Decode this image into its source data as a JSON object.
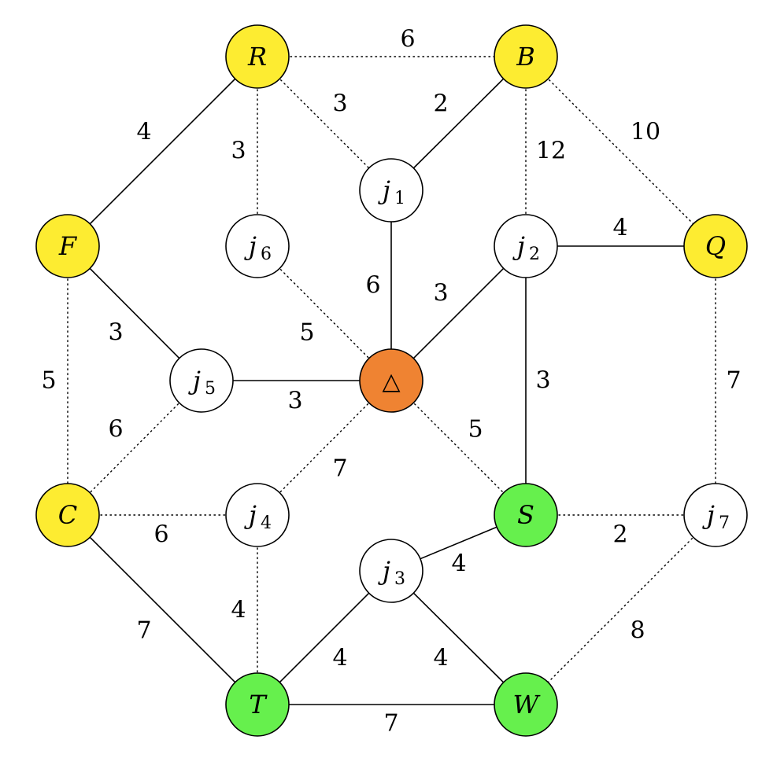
{
  "colors": {
    "yellow": "#FDEC31",
    "orange": "#EF8332",
    "green": "#66F04D",
    "white": "#FFFFFF"
  },
  "nodes": [
    {
      "id": "R",
      "label": "R",
      "sub": "",
      "color": "yellow"
    },
    {
      "id": "B",
      "label": "B",
      "sub": "",
      "color": "yellow"
    },
    {
      "id": "F",
      "label": "F",
      "sub": "",
      "color": "yellow"
    },
    {
      "id": "Q",
      "label": "Q",
      "sub": "",
      "color": "yellow"
    },
    {
      "id": "C",
      "label": "C",
      "sub": "",
      "color": "yellow"
    },
    {
      "id": "tri",
      "label": "△",
      "sub": "",
      "color": "orange",
      "upright": true
    },
    {
      "id": "S",
      "label": "S",
      "sub": "",
      "color": "green"
    },
    {
      "id": "T",
      "label": "T",
      "sub": "",
      "color": "green"
    },
    {
      "id": "W",
      "label": "W",
      "sub": "",
      "color": "green"
    },
    {
      "id": "j1",
      "label": "j",
      "sub": "1",
      "color": "white"
    },
    {
      "id": "j2",
      "label": "j",
      "sub": "2",
      "color": "white"
    },
    {
      "id": "j3",
      "label": "j",
      "sub": "3",
      "color": "white"
    },
    {
      "id": "j4",
      "label": "j",
      "sub": "4",
      "color": "white"
    },
    {
      "id": "j5",
      "label": "j",
      "sub": "5",
      "color": "white"
    },
    {
      "id": "j6",
      "label": "j",
      "sub": "6",
      "color": "white"
    },
    {
      "id": "j7",
      "label": "j",
      "sub": "7",
      "color": "white"
    }
  ],
  "edges": [
    {
      "from": "R",
      "to": "B",
      "weight": "6",
      "style": "dotted"
    },
    {
      "from": "R",
      "to": "j1",
      "weight": "3",
      "style": "dotted"
    },
    {
      "from": "R",
      "to": "j6",
      "weight": "3",
      "style": "dotted"
    },
    {
      "from": "R",
      "to": "F",
      "weight": "4",
      "style": "solid"
    },
    {
      "from": "B",
      "to": "j1",
      "weight": "2",
      "style": "solid"
    },
    {
      "from": "B",
      "to": "j2",
      "weight": "12",
      "style": "dotted"
    },
    {
      "from": "B",
      "to": "Q",
      "weight": "10",
      "style": "dotted"
    },
    {
      "from": "j1",
      "to": "tri",
      "weight": "6",
      "style": "solid"
    },
    {
      "from": "j2",
      "to": "Q",
      "weight": "4",
      "style": "solid"
    },
    {
      "from": "j2",
      "to": "tri",
      "weight": "3",
      "style": "solid"
    },
    {
      "from": "j2",
      "to": "S",
      "weight": "3",
      "style": "solid"
    },
    {
      "from": "j6",
      "to": "tri",
      "weight": "5",
      "style": "dotted"
    },
    {
      "from": "F",
      "to": "j5",
      "weight": "3",
      "style": "solid"
    },
    {
      "from": "F",
      "to": "C",
      "weight": "5",
      "style": "dotted"
    },
    {
      "from": "Q",
      "to": "j7",
      "weight": "7",
      "style": "dotted"
    },
    {
      "from": "j5",
      "to": "tri",
      "weight": "3",
      "style": "solid"
    },
    {
      "from": "j5",
      "to": "C",
      "weight": "6",
      "style": "dotted"
    },
    {
      "from": "tri",
      "to": "S",
      "weight": "5",
      "style": "dotted"
    },
    {
      "from": "tri",
      "to": "j4",
      "weight": "7",
      "style": "dotted"
    },
    {
      "from": "C",
      "to": "j4",
      "weight": "6",
      "style": "dotted"
    },
    {
      "from": "C",
      "to": "T",
      "weight": "7",
      "style": "solid"
    },
    {
      "from": "S",
      "to": "j7",
      "weight": "2",
      "style": "dotted"
    },
    {
      "from": "S",
      "to": "j3",
      "weight": "4",
      "style": "solid"
    },
    {
      "from": "j4",
      "to": "T",
      "weight": "4",
      "style": "dotted"
    },
    {
      "from": "j3",
      "to": "T",
      "weight": "4",
      "style": "solid"
    },
    {
      "from": "j3",
      "to": "W",
      "weight": "4",
      "style": "solid"
    },
    {
      "from": "j7",
      "to": "W",
      "weight": "8",
      "style": "dotted"
    },
    {
      "from": "T",
      "to": "W",
      "weight": "7",
      "style": "solid"
    }
  ]
}
